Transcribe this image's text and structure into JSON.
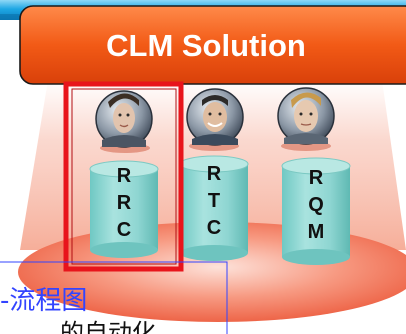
{
  "solution": {
    "title": "CLM Solution"
  },
  "components": [
    {
      "name": "RRC",
      "letters": [
        "R",
        "R",
        "C"
      ],
      "highlighted": true
    },
    {
      "name": "RTC",
      "letters": [
        "R",
        "T",
        "C"
      ],
      "highlighted": false
    },
    {
      "name": "RQM",
      "letters": [
        "R",
        "Q",
        "M"
      ],
      "highlighted": false
    }
  ],
  "caption": {
    "line1": "-流程图",
    "line2": "的自动化"
  },
  "colors": {
    "banner": "#1ea7e4",
    "title_box": "#f25a16",
    "cylinder": "#8fd6d2",
    "cylinder_top": "#b9e8e3",
    "highlight": "#e8141b",
    "floor": "#f0735a",
    "textbox_border": "#3344ff",
    "caption_text": "#3344ff"
  }
}
